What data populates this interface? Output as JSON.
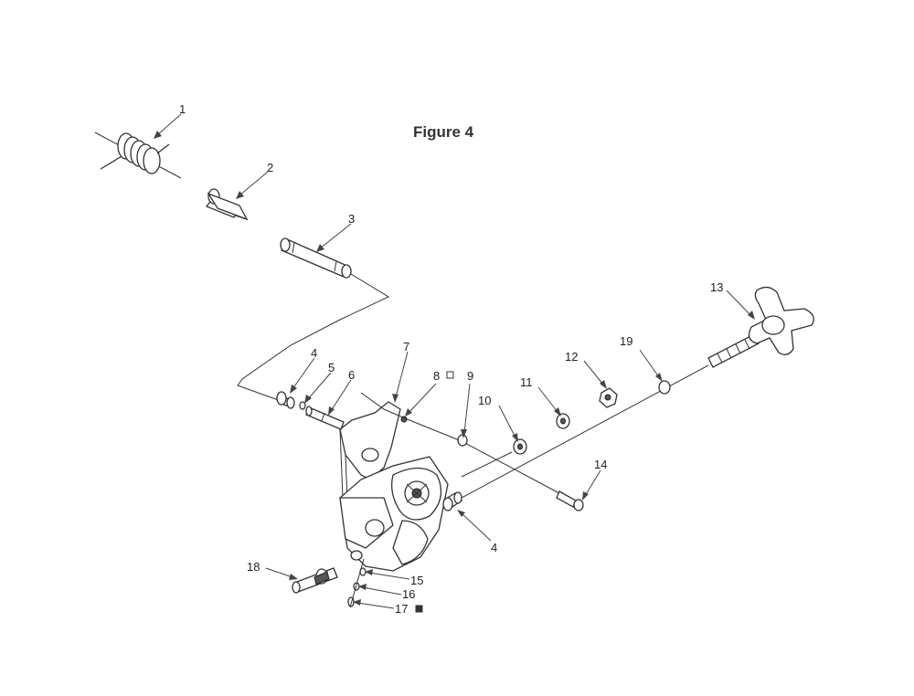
{
  "title": "Figure 4",
  "labels": {
    "p1": "1",
    "p2": "2",
    "p3": "3",
    "p4a": "4",
    "p4b": "4",
    "p5": "5",
    "p6": "6",
    "p7": "7",
    "p8": "8",
    "p9": "9",
    "p10": "10",
    "p11": "11",
    "p12": "12",
    "p13": "13",
    "p14": "14",
    "p15": "15",
    "p16": "16",
    "p17": "17",
    "p18": "18",
    "p19": "19"
  },
  "markers": {
    "p8": "hollow-square",
    "p17": "filled-square"
  },
  "colors": {
    "line": "#333333",
    "background": "#ffffff"
  }
}
